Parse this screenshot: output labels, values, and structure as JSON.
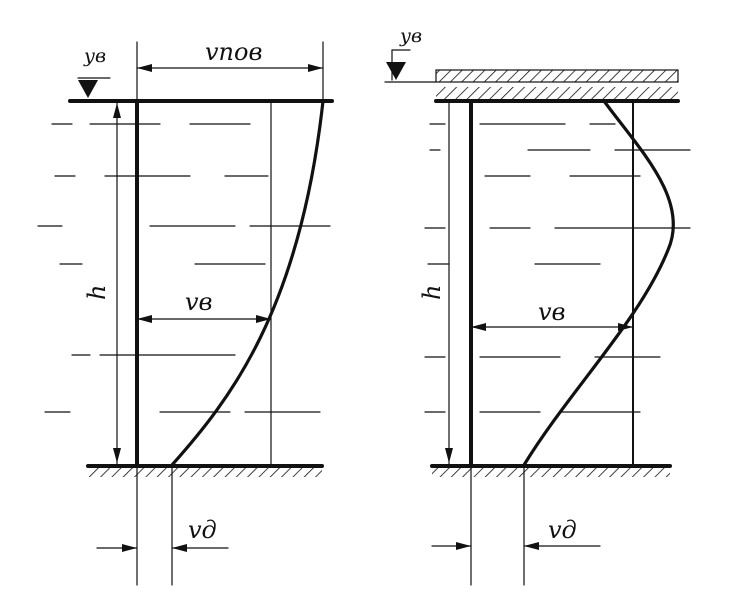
{
  "left_diagram": {
    "water_level_label": "ув",
    "surface_velocity_label": "vпов",
    "depth_label": "h",
    "mean_velocity_label": "vв",
    "bottom_velocity_label": "vд"
  },
  "right_diagram": {
    "water_level_label": "ув",
    "depth_label": "h",
    "mean_velocity_label": "vв",
    "bottom_velocity_label": "vд"
  }
}
